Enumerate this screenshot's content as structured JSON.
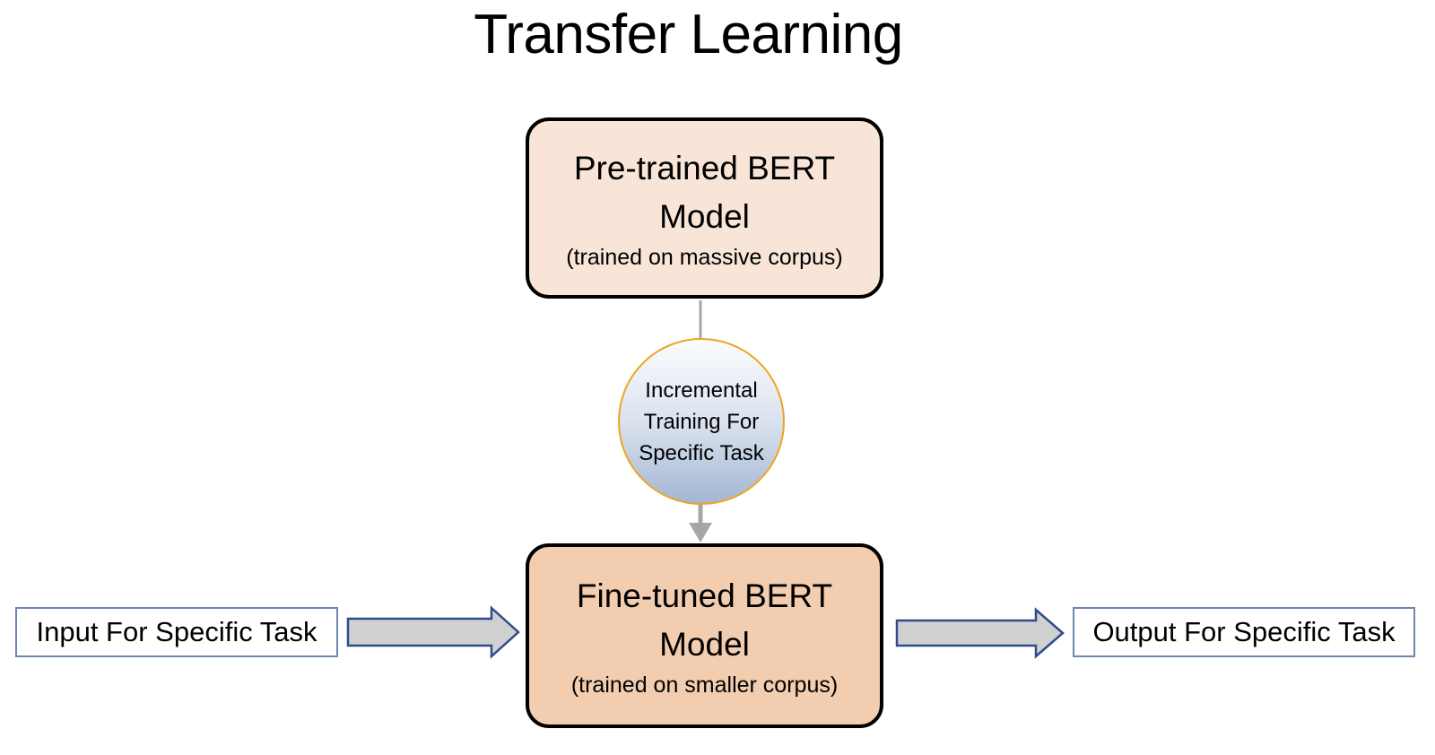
{
  "page": {
    "title": "Transfer Learning",
    "background_color": "#ffffff"
  },
  "diagram": {
    "type": "flowchart",
    "nodes": [
      {
        "id": "pretrained-model",
        "label": "Pre-trained BERT Model",
        "sublabel": "(trained on massive corpus)",
        "shape": "rounded-rectangle",
        "fill_color": "#F8E5D8",
        "border_color": "#000000"
      },
      {
        "id": "incremental-training",
        "label": "Incremental Training For Specific Task",
        "shape": "circle",
        "fill_color": "#D9E1EE",
        "border_color": "#EDA520"
      },
      {
        "id": "finetuned-model",
        "label": "Fine-tuned BERT Model",
        "sublabel": "(trained on smaller corpus)",
        "shape": "rounded-rectangle",
        "fill_color": "#F3CDAF",
        "border_color": "#000000"
      },
      {
        "id": "task-input",
        "label": "Input For Specific Task",
        "shape": "rectangle",
        "fill_color": "#FFFFFF",
        "border_color": "#6E86B0"
      },
      {
        "id": "task-output",
        "label": "Output For Specific Task",
        "shape": "rectangle",
        "fill_color": "#FFFFFF",
        "border_color": "#6E86B0"
      }
    ],
    "edges": [
      {
        "id": "pretrained-to-circle",
        "from": "pretrained-model",
        "to": "incremental-training",
        "style": "thin-line",
        "color": "#A6A6A6",
        "arrowhead": false
      },
      {
        "id": "circle-to-finetuned",
        "from": "incremental-training",
        "to": "finetuned-model",
        "style": "thin-line",
        "color": "#A6A6A6",
        "arrowhead": true
      },
      {
        "id": "input-to-finetuned",
        "from": "task-input",
        "to": "finetuned-model",
        "style": "block-arrow",
        "fill_color": "#D0D0D0",
        "border_color": "#2E4C8A",
        "arrowhead": true
      },
      {
        "id": "finetuned-to-output",
        "from": "finetuned-model",
        "to": "task-output",
        "style": "block-arrow",
        "fill_color": "#D0D0D0",
        "border_color": "#2E4C8A",
        "arrowhead": true
      }
    ]
  },
  "labels": {
    "pretrained_title": "Pre-trained BERT",
    "pretrained_title_line2": "Model",
    "pretrained_sub": "(trained on massive corpus)",
    "circle_line1": "Incremental",
    "circle_line2": "Training For",
    "circle_line3": "Specific Task",
    "finetuned_title": "Fine-tuned BERT",
    "finetuned_title_line2": "Model",
    "finetuned_sub": "(trained on smaller corpus)",
    "input_label": "Input For Specific Task",
    "output_label": "Output For Specific Task"
  },
  "colors": {
    "pretrained_fill": "#F8E5D8",
    "finetuned_fill": "#F3CDAF",
    "circle_border": "#EDA520",
    "circle_fill_top": "#FAFBFD",
    "circle_fill_bottom": "#A4B6D2",
    "io_border": "#6E86B0",
    "block_arrow_fill": "#D0D0D0",
    "block_arrow_border": "#2E4C8A",
    "connector_line": "#A6A6A6",
    "text": "#000000"
  }
}
